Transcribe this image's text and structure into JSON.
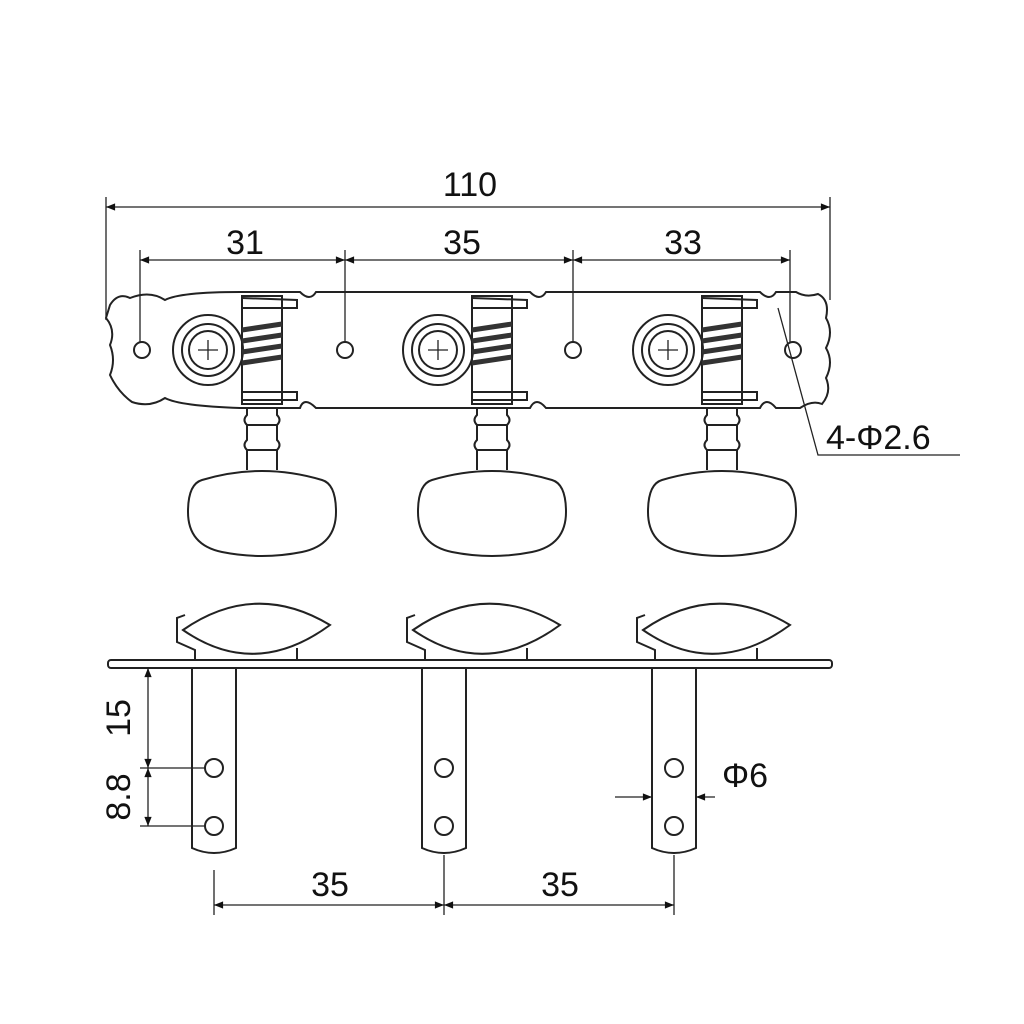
{
  "dimensions": {
    "overall_length": "110",
    "spacing_top": [
      "31",
      "35",
      "33"
    ],
    "mounting_holes": "4-Φ2.6",
    "post_height": "15",
    "hole_spacing": "8.8",
    "post_spacing_bottom": [
      "35",
      "35"
    ],
    "post_diameter": "Φ6"
  },
  "colors": {
    "line": "#222222",
    "background": "#ffffff",
    "worm": "#333333"
  }
}
